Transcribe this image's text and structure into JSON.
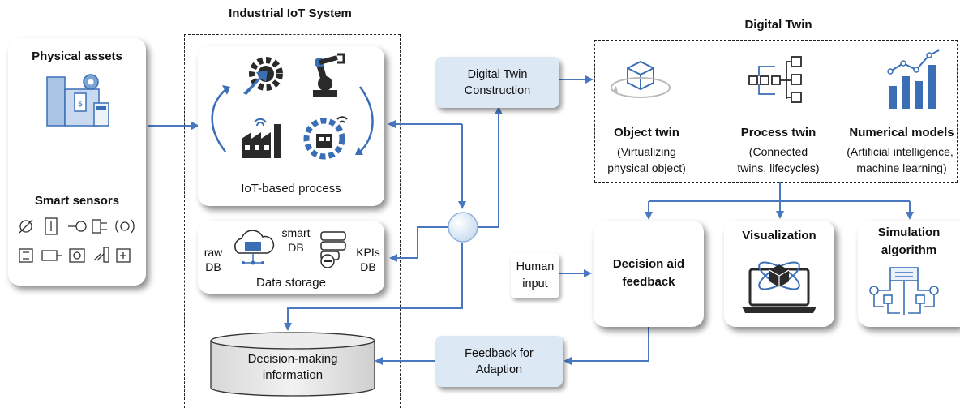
{
  "titles": {
    "iiot": "Industrial IoT System",
    "twin": "Digital Twin"
  },
  "physical": {
    "assets": "Physical assets",
    "sensors": "Smart sensors"
  },
  "iot_process": {
    "label": "IoT-based process"
  },
  "storage": {
    "raw": "raw",
    "raw_db": "DB",
    "smart": "smart",
    "smart_db": "DB",
    "kpis": "KPIs",
    "kpis_db": "DB",
    "label": "Data storage"
  },
  "decision_info": {
    "line1": "Decision-making",
    "line2": "information"
  },
  "construction": {
    "line1": "Digital Twin",
    "line2": "Construction"
  },
  "feedback_adapt": {
    "line1": "Feedback for",
    "line2": "Adaption"
  },
  "object_twin": {
    "title": "Object twin",
    "line1": "(Virtualizing",
    "line2": "physical object)"
  },
  "process_twin": {
    "title": "Process twin",
    "line1": "(Connected",
    "line2": "twins, lifecycles)"
  },
  "numerical": {
    "title": "Numerical models",
    "line1": "(Artificial intelligence,",
    "line2": "machine learning)"
  },
  "human": {
    "line1": "Human",
    "line2": "input"
  },
  "decision_aid": {
    "line1": "Decision aid",
    "line2": "feedback"
  },
  "visualization": {
    "title": "Visualization"
  },
  "simulation": {
    "line1": "Simulation",
    "line2": "algorithm"
  },
  "colors": {
    "arrow": "#4a78c0",
    "icon_blue": "#3a6fb5",
    "icon_dark": "#2a2a2a",
    "box_fill": "#dde8f5"
  }
}
